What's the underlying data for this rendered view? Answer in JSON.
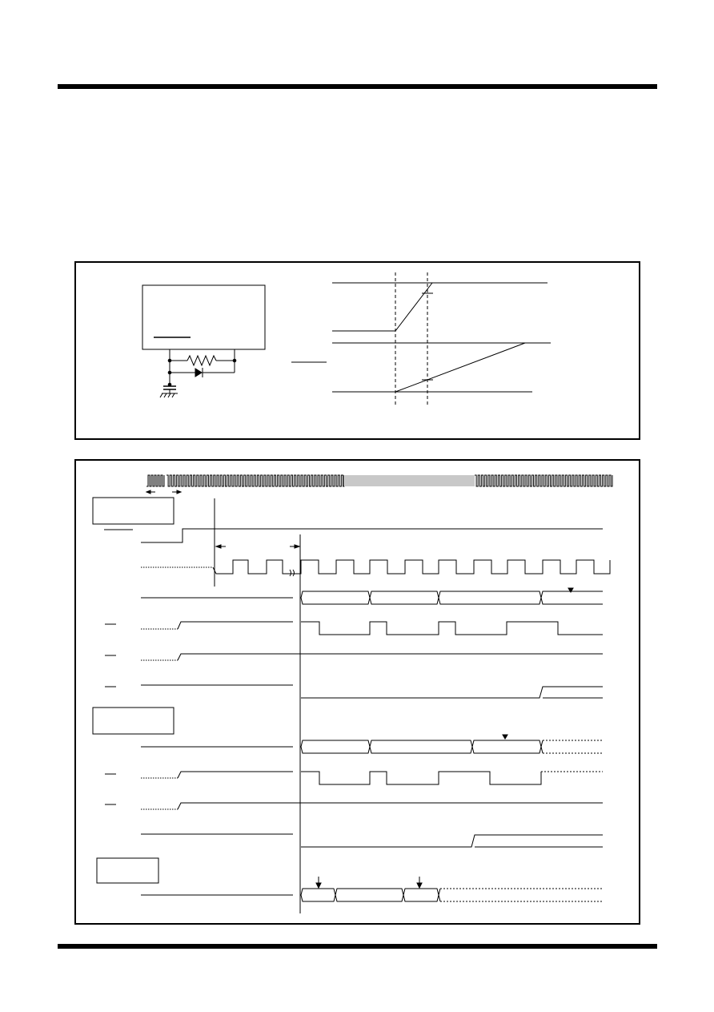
{
  "page": {
    "header_rule": "top",
    "footer_rule": "bottom"
  },
  "reset_circuit": {
    "components": [
      "ic-block",
      "resistor",
      "diode",
      "capacitor",
      "ground"
    ],
    "waveforms": [
      "supply-ramp",
      "reset-ramp"
    ]
  },
  "timing_diagram": {
    "clock_sections": [
      "dense-clock",
      "stopped-clock-region",
      "dense-clock"
    ],
    "phase_boxes": 3,
    "signal_rows": 12
  }
}
